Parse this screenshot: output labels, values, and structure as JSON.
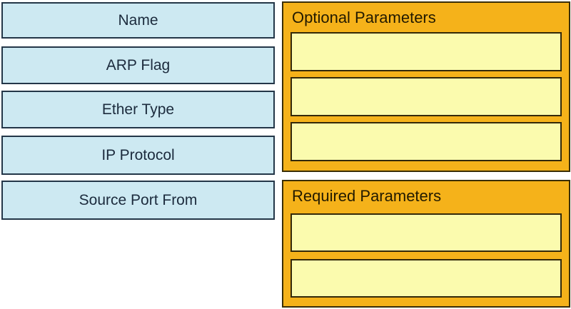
{
  "question": {
    "kind": "drag-and-drop",
    "background": "#ffffff"
  },
  "palette": {
    "item_fill": "#cde9f2",
    "item_border": "#233648",
    "item_text": "#1c2b3d",
    "group_fill": "#f5b21a",
    "group_border": "#3a2e06",
    "group_title_text": "#221a00",
    "slot_fill": "#fbfbae",
    "slot_border": "#33290a"
  },
  "drag_items": [
    {
      "label": "Name"
    },
    {
      "label": "ARP Flag"
    },
    {
      "label": "Ether Type"
    },
    {
      "label": "IP Protocol"
    },
    {
      "label": "Source Port From"
    }
  ],
  "drop_groups": [
    {
      "title": "Optional Parameters",
      "slot_count": 3,
      "slot_values": [
        "",
        "",
        ""
      ]
    },
    {
      "title": "Required Parameters",
      "slot_count": 2,
      "slot_values": [
        "",
        ""
      ]
    }
  ]
}
